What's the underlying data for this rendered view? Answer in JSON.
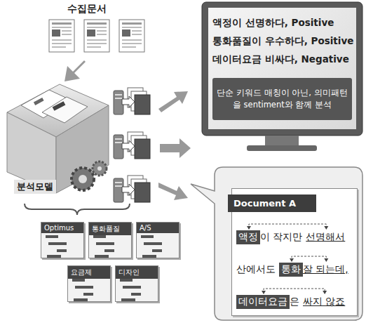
{
  "diagram": {
    "nodes": [
      {
        "text": [
          "분석모델"
        ]
      },
      {
        "text": [
          "액정이 선명하다, Positive",
          "통화품질이 우수하다, Positive",
          "데이터요금 비싸다, Negative"
        ]
      },
      {
        "text": [
          "단순 키워드 매칭이 아닌, 의미패턴을 sentiment와 함께 분석"
        ],
        "in": 1
      },
      {
        "text": [
          "Document A"
        ]
      },
      {
        "text": [
          "Optimus"
        ]
      },
      {
        "text": [
          "통화품질"
        ]
      },
      {
        "text": [
          "A/S"
        ]
      },
      {
        "text": [
          "요금제"
        ]
      },
      {
        "text": [
          "디자인"
        ]
      }
    ],
    "labels": [
      "수집문서",
      "액정",
      "이 작지만",
      "선명해서",
      "산에서도",
      "통화",
      "잘 되는데,",
      "데이터요금",
      "은",
      "싸지 않죠"
    ]
  }
}
